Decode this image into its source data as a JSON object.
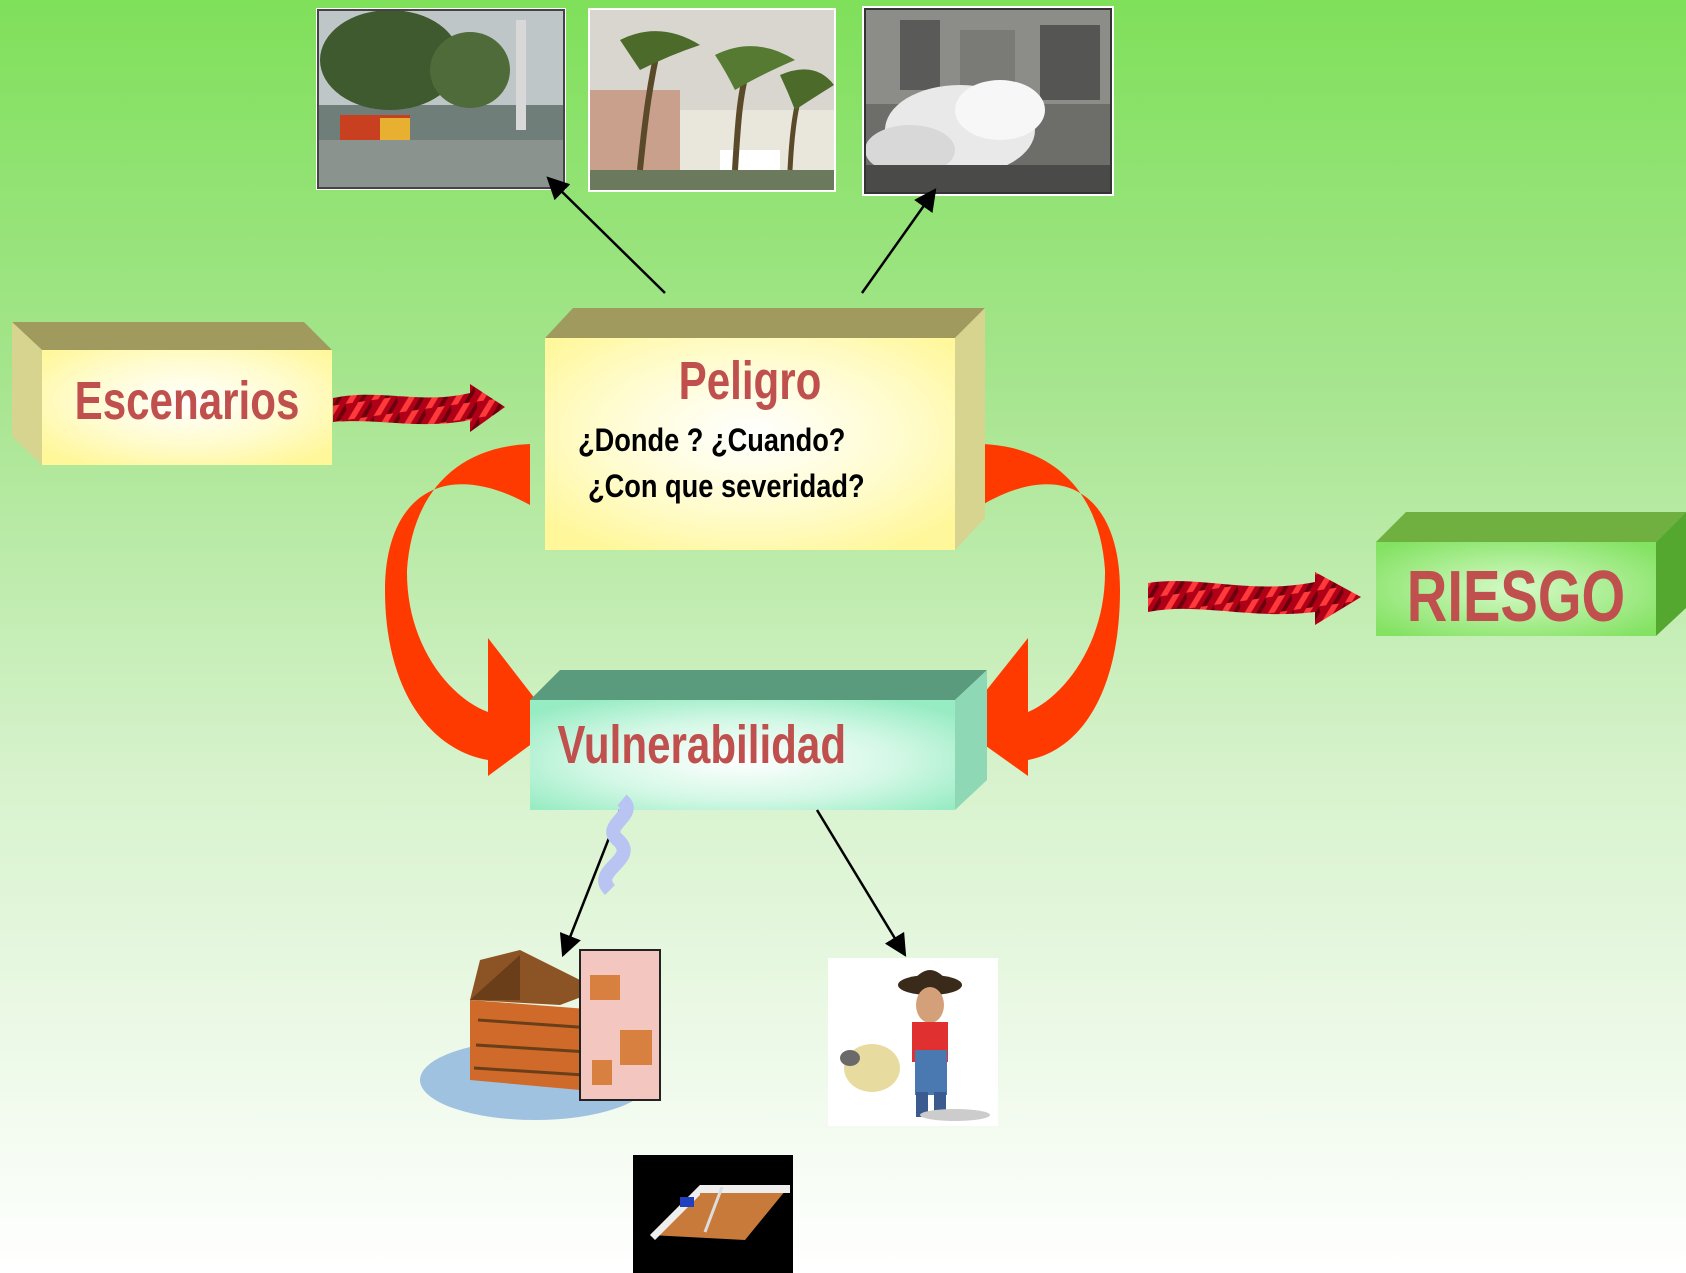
{
  "nodes": {
    "escenarios": "Escenarios",
    "peligro": "Peligro",
    "vulnerabilidad": "Vulnerabilidad",
    "riesgo": "RIESGO"
  },
  "questions": {
    "line1": "¿Donde ? ¿Cuando?",
    "line2": "¿Con que severidad?"
  },
  "images": [
    "flooded-street-photo",
    "hurricane-palm-trees-photo",
    "storm-surge-wave-photo",
    "wooden-house-clipart",
    "farmer-with-sheep-clipart",
    "room-floorplan-3d-image"
  ],
  "colors": {
    "label_text": "#c0504d",
    "yellow_box": "#fffab0",
    "green_box": "#8ee47a",
    "teal_box": "#a9f0d1",
    "red_arrow": "#ff3300",
    "twisted_arrow": "#c0001a"
  }
}
